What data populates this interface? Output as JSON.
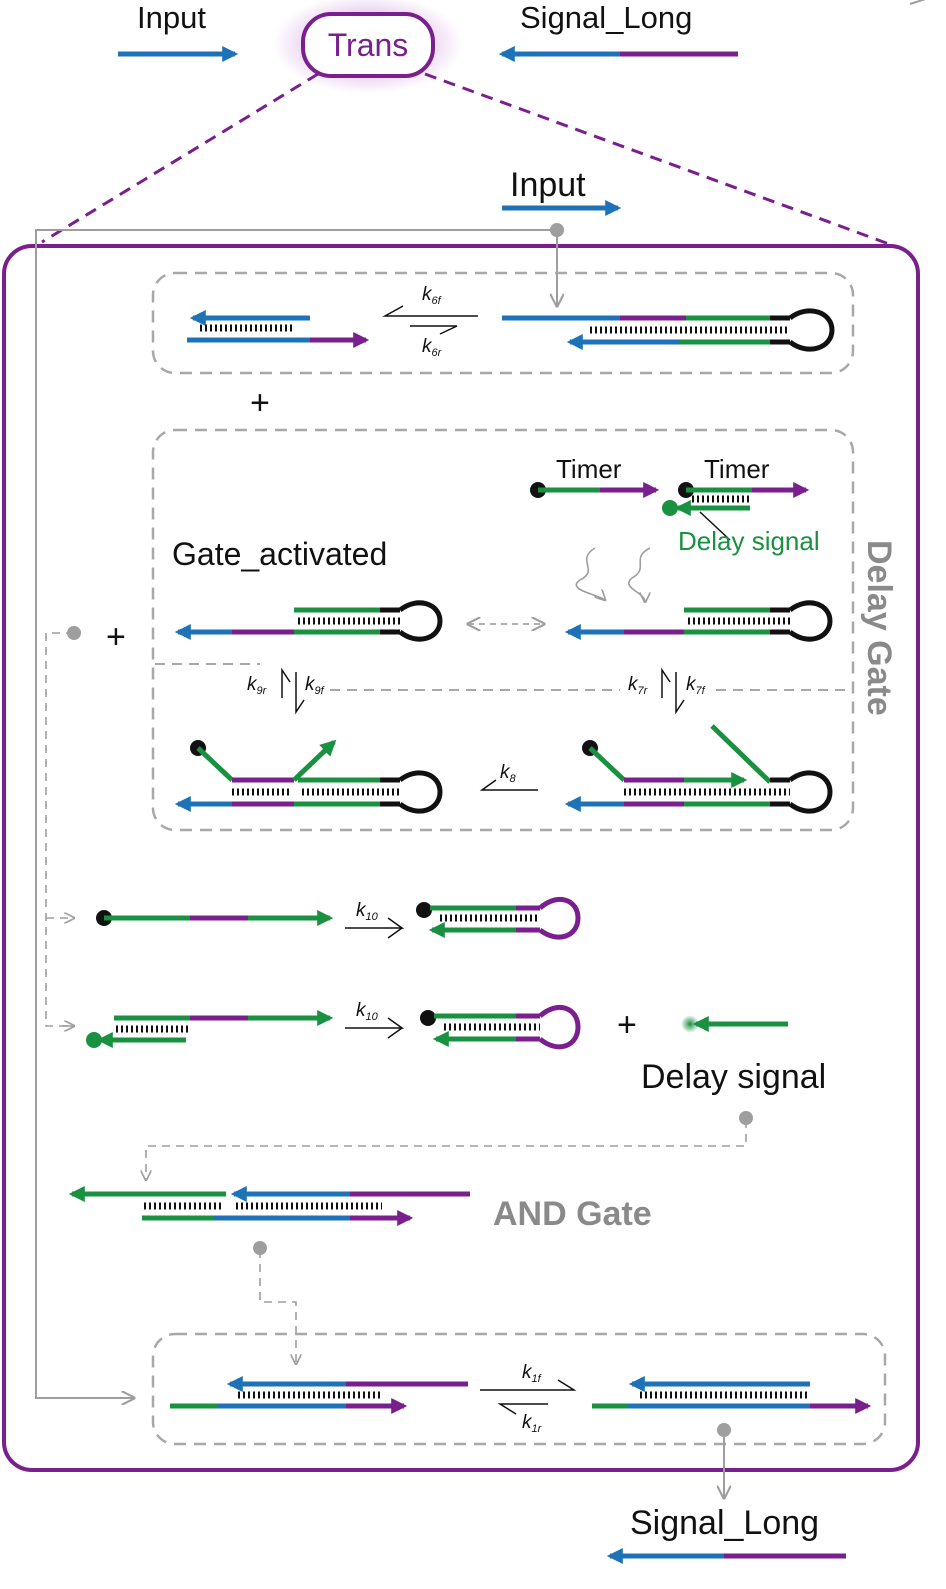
{
  "colors": {
    "blue": "#1e73b8",
    "purple": "#7a1f8e",
    "green": "#1a9140",
    "black": "#111111",
    "gray": "#9e9e9e",
    "trans_glow": "#c77dd6"
  },
  "header": {
    "input_label": "Input",
    "trans_label": "Trans",
    "signal_long_label": "Signal_Long"
  },
  "top_input_label": "Input",
  "delay_gate": {
    "title": "Delay Gate",
    "timer_label_1": "Timer",
    "timer_label_2": "Timer",
    "delay_signal_label": "Delay signal",
    "gate_activated_label": "Gate_activated"
  },
  "rates": {
    "k6f": {
      "k": "k",
      "sub": "6f"
    },
    "k6r": {
      "k": "k",
      "sub": "6r"
    },
    "k9r": {
      "k": "k",
      "sub": "9r"
    },
    "k9f": {
      "k": "k",
      "sub": "9f"
    },
    "k7r": {
      "k": "k",
      "sub": "7r"
    },
    "k7f": {
      "k": "k",
      "sub": "7f"
    },
    "k8": {
      "k": "k",
      "sub": "8"
    },
    "k10a": {
      "k": "k",
      "sub": "10"
    },
    "k10b": {
      "k": "k",
      "sub": "10"
    },
    "k1f": {
      "k": "k",
      "sub": "1f"
    },
    "k1r": {
      "k": "k",
      "sub": "1r"
    }
  },
  "plus_signs": [
    "+",
    "+",
    "+"
  ],
  "delay_signal_label": "Delay signal",
  "and_gate_label": "AND Gate",
  "bottom_signal_long_label": "Signal_Long"
}
